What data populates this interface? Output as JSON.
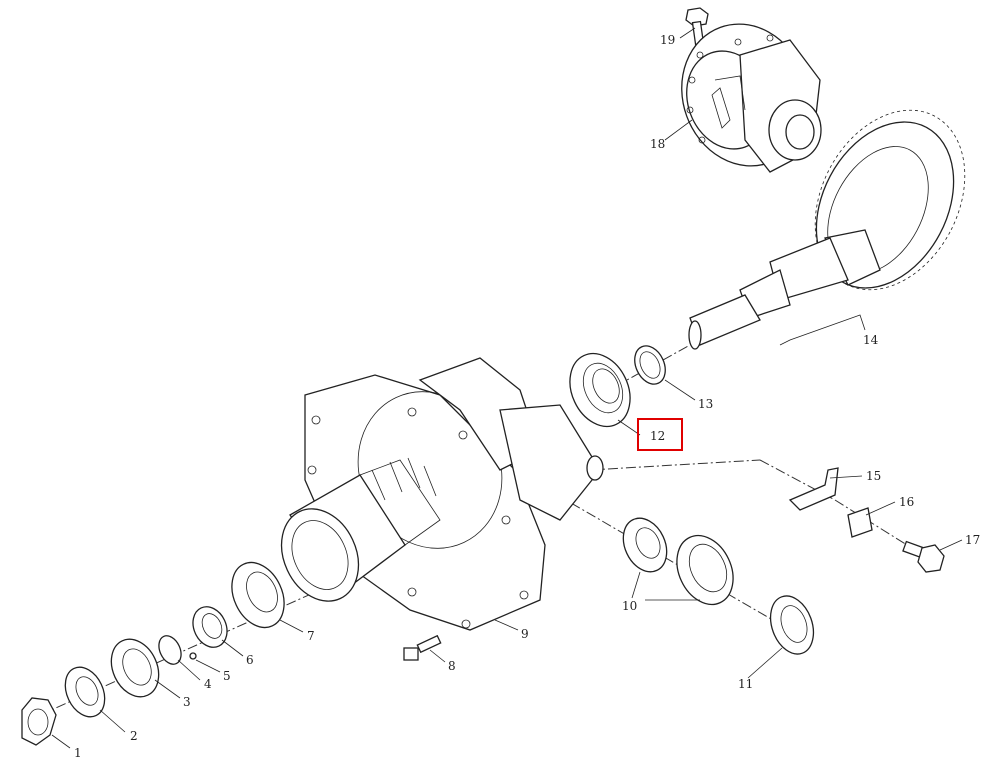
{
  "diagram": {
    "highlight_color": "#e00000",
    "highlighted_callout": "12",
    "callouts": [
      {
        "id": "c1",
        "label": "1"
      },
      {
        "id": "c2",
        "label": "2"
      },
      {
        "id": "c3",
        "label": "3"
      },
      {
        "id": "c4",
        "label": "4"
      },
      {
        "id": "c5",
        "label": "5"
      },
      {
        "id": "c6",
        "label": "6"
      },
      {
        "id": "c7",
        "label": "7"
      },
      {
        "id": "c8",
        "label": "8"
      },
      {
        "id": "c9",
        "label": "9"
      },
      {
        "id": "c10",
        "label": "10"
      },
      {
        "id": "c11",
        "label": "11"
      },
      {
        "id": "c12",
        "label": "12"
      },
      {
        "id": "c13",
        "label": "13"
      },
      {
        "id": "c14",
        "label": "14"
      },
      {
        "id": "c15",
        "label": "15"
      },
      {
        "id": "c16",
        "label": "16"
      },
      {
        "id": "c17",
        "label": "17"
      },
      {
        "id": "c18",
        "label": "18"
      },
      {
        "id": "c19",
        "label": "19"
      }
    ]
  }
}
